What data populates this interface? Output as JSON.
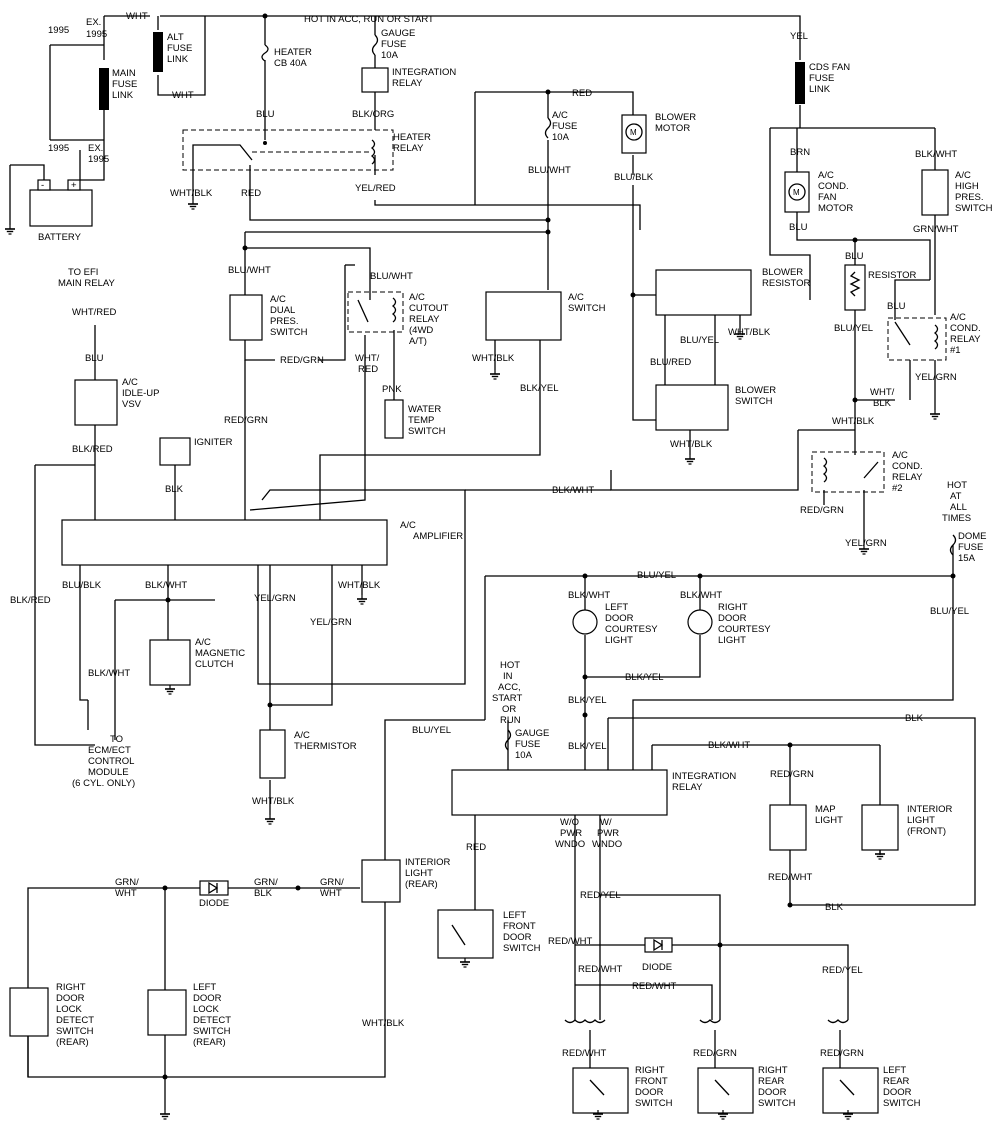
{
  "power": {
    "label_1995_top": "1995",
    "label_ex1995_top_a": "EX.",
    "label_ex1995_top_b": "1995",
    "label_1995_bottom": "1995",
    "label_ex1995_bottom_a": "EX.",
    "label_ex1995_bottom_b": "1995",
    "main_fuse_link": [
      "MAIN",
      "FUSE",
      "LINK"
    ],
    "alt_fuse_link": [
      "ALT",
      "FUSE",
      "LINK"
    ],
    "battery": "BATTERY",
    "battery_minus": "-",
    "battery_plus": "+",
    "wht_top": "WHT",
    "wht_mid": "WHT",
    "heater_cb": [
      "HEATER",
      "CB 40A"
    ],
    "hot_acc_run_start": "HOT IN ACC, RUN OR START",
    "gauge_fuse_top": [
      "GAUGE",
      "FUSE",
      "10A"
    ],
    "integration_relay_top": [
      "INTEGRATION",
      "RELAY"
    ],
    "yel": "YEL",
    "cds_fan_fuse_link": [
      "CDS FAN",
      "FUSE",
      "LINK"
    ]
  },
  "heater": {
    "blu": "BLU",
    "blk_org": "BLK/ORG",
    "heater_relay": [
      "HEATER",
      "RELAY"
    ],
    "wht_blk": "WHT/BLK",
    "red": "RED",
    "yel_red": "YEL/RED"
  },
  "ac_fuse": {
    "red": "RED",
    "ac_fuse": [
      "A/C",
      "FUSE",
      "10A"
    ],
    "blu_wht": "BLU/WHT",
    "blower_motor": [
      "BLOWER",
      "MOTOR"
    ],
    "blu_blk": "BLU/BLK"
  },
  "fan": {
    "brn": "BRN",
    "ac_cond_fan_motor": [
      "A/C",
      "COND.",
      "FAN",
      "MOTOR"
    ],
    "blu": "BLU",
    "blk_wht": "BLK/WHT",
    "ac_high_pres_switch": [
      "A/C",
      "HIGH",
      "PRES.",
      "SWITCH"
    ],
    "grn_wht": "GRN/WHT",
    "blu_mid": "BLU",
    "resistor": "RESISTOR",
    "blu_relay": "BLU",
    "ac_cond_relay_1": [
      "A/C",
      "COND.",
      "RELAY",
      "#1"
    ],
    "blu_yel": "BLU/YEL",
    "yel_grn": "YEL/GRN",
    "wht_blk_2": [
      "WHT/",
      "BLK"
    ],
    "wht_blk_3": "WHT/BLK",
    "ac_cond_relay_2": [
      "A/C",
      "COND.",
      "RELAY",
      "#2"
    ],
    "red_grn": "RED/GRN",
    "yel_grn_2": "YEL/GRN"
  },
  "ac_ctrl": {
    "to_efi": [
      "TO EFI",
      "MAIN RELAY"
    ],
    "wht_red": "WHT/RED",
    "blu": "BLU",
    "idle_up_vsv": [
      "A/C",
      "IDLE-UP",
      "VSV"
    ],
    "blk_red": "BLK/RED",
    "blu_wht": "BLU/WHT",
    "dual_pres_switch": [
      "A/C",
      "DUAL",
      "PRES.",
      "SWITCH"
    ],
    "blu_wht_2": "BLU/WHT",
    "cutout_relay": [
      "A/C",
      "CUTOUT",
      "RELAY",
      "(4WD",
      "A/T)"
    ],
    "red_grn": "RED/GRN",
    "wht_red_2": [
      "WHT/",
      "RED"
    ],
    "pnk": "PNK",
    "water_temp_switch": [
      "WATER",
      "TEMP",
      "SWITCH"
    ],
    "red_grn_2": "RED/GRN",
    "igniter": "IGNITER",
    "blk": "BLK",
    "ac_switch": [
      "A/C",
      "SWITCH"
    ],
    "wht_blk": "WHT/BLK",
    "blk_yel": "BLK/YEL",
    "blk_wht": "BLK/WHT",
    "ac_amplifier": [
      "A/C",
      "AMPLIFIER"
    ]
  },
  "blower": {
    "blower_resistor": [
      "BLOWER",
      "RESISTOR"
    ],
    "wht_blk": "WHT/BLK",
    "blu_yel": "BLU/YEL",
    "blu_red": "BLU/RED",
    "blower_switch": [
      "BLOWER",
      "SWITCH"
    ],
    "wht_blk_2": "WHT/BLK"
  },
  "amp_out": {
    "blu_blk": "BLU/BLK",
    "blk_wht": "BLK/WHT",
    "yel_grn": "YEL/GRN",
    "wht_blk": "WHT/BLK",
    "blk_red": "BLK/RED",
    "yel_grn_2": "YEL/GRN",
    "magnetic_clutch": [
      "A/C",
      "MAGNETIC",
      "CLUTCH"
    ],
    "blk_wht_2": "BLK/WHT",
    "to_ecm": [
      "TO",
      "ECM/ECT",
      "CONTROL",
      "MODULE",
      "(6 CYL. ONLY)"
    ],
    "thermistor": [
      "A/C",
      "THERMISTOR"
    ],
    "wht_blk_2": "WHT/BLK"
  },
  "courtesy": {
    "blu_yel": "BLU/YEL",
    "hot_all_times": [
      "HOT",
      "AT",
      "ALL",
      "TIMES"
    ],
    "dome_fuse": [
      "DOME",
      "FUSE",
      "15A"
    ],
    "blu_yel_2": "BLU/YEL",
    "blk_wht_l": "BLK/WHT",
    "left_light": [
      "LEFT",
      "DOOR",
      "COURTESY",
      "LIGHT"
    ],
    "blk_wht_r": "BLK/WHT",
    "right_light": [
      "RIGHT",
      "DOOR",
      "COURTESY",
      "LIGHT"
    ],
    "blk_yel": "BLK/YEL",
    "blk_yel_2": "BLK/YEL",
    "blk": "BLK",
    "hot_acc": [
      "HOT",
      "IN",
      "ACC,",
      "START",
      "OR",
      "RUN"
    ],
    "gauge_fuse": [
      "GAUGE",
      "FUSE",
      "10A"
    ],
    "blk_yel_3": "BLK/YEL",
    "blu_yel_3": "BLU/YEL"
  },
  "integration": {
    "label": [
      "INTEGRATION",
      "RELAY"
    ],
    "blk_wht": "BLK/WHT",
    "red_grn": "RED/GRN",
    "map_light": [
      "MAP",
      "LIGHT"
    ],
    "interior_front": [
      "INTERIOR",
      "LIGHT",
      "(FRONT)"
    ],
    "red_wht": "RED/WHT",
    "blk": "BLK",
    "red": "RED",
    "wo_pwr": [
      "W/O",
      "PWR",
      "WNDO"
    ],
    "w_pwr": [
      "W/",
      "PWR",
      "WNDO"
    ],
    "left_front_door_switch": [
      "LEFT",
      "FRONT",
      "DOOR",
      "SWITCH"
    ],
    "red_yel": "RED/YEL",
    "red_wht_2": "RED/WHT",
    "red_wht_3": "RED/WHT",
    "diode": "DIODE",
    "red_yel_2": "RED/YEL",
    "red_wht_4": "RED/WHT"
  },
  "rear": {
    "interior_rear": [
      "INTERIOR",
      "LIGHT",
      "(REAR)"
    ],
    "grn_wht": [
      "GRN/",
      "WHT"
    ],
    "diode": "DIODE",
    "grn_blk": [
      "GRN/",
      "BLK"
    ],
    "grn_wht_2": [
      "GRN/",
      "WHT"
    ],
    "right_door_lock": [
      "RIGHT",
      "DOOR",
      "LOCK",
      "DETECT",
      "SWITCH",
      "(REAR)"
    ],
    "left_door_lock": [
      "LEFT",
      "DOOR",
      "LOCK",
      "DETECT",
      "SWITCH",
      "(REAR)"
    ],
    "wht_blk": "WHT/BLK",
    "red_wht": "RED/WHT",
    "right_front_door_switch": [
      "RIGHT",
      "FRONT",
      "DOOR",
      "SWITCH"
    ],
    "red_grn": "RED/GRN",
    "right_rear_door_switch": [
      "RIGHT",
      "REAR",
      "DOOR",
      "SWITCH"
    ],
    "red_grn_2": "RED/GRN",
    "left_rear_door_switch": [
      "LEFT",
      "REAR",
      "DOOR",
      "SWITCH"
    ]
  }
}
